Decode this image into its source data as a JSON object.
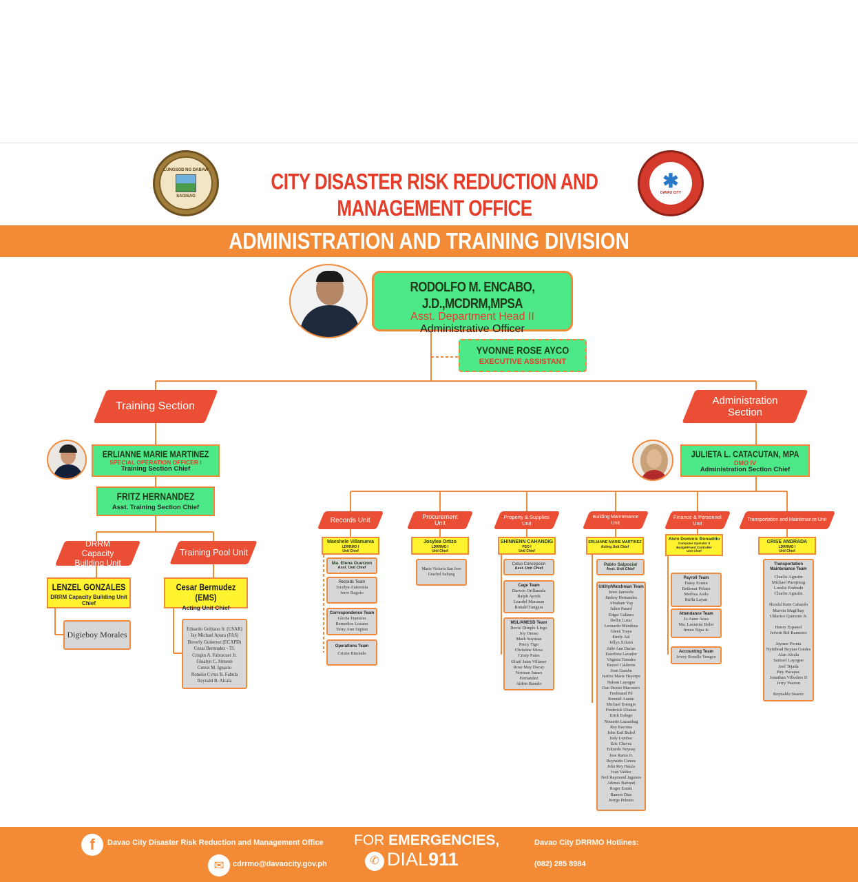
{
  "header": {
    "office_title": "CITY DISASTER RISK REDUCTION AND MANAGEMENT OFFICE",
    "left_seal_text": "LUNGSOD NG DABAW",
    "left_seal_sub": "SAGISAG",
    "right_seal_text": "DAVAO CITY"
  },
  "division_title": "ADMINISTRATION AND TRAINING  DIVISION",
  "head": {
    "name": "RODOLFO M. ENCABO, J.D.,MCDRM,MPSA",
    "role1": "Asst. Department Head II",
    "role2": "Administrative Officer"
  },
  "assistant": {
    "name": "YVONNE ROSE AYCO",
    "role": "EXECUTIVE ASSISTANT"
  },
  "training": {
    "section_label": "Training Section",
    "chief_name": "ERLIANNE MARIE MARTINEZ",
    "chief_role1": "SPECIAL OPERATION OFFICER I",
    "chief_role2": "Training Section Chief",
    "asst_name": "FRITZ HERNANDEZ",
    "asst_role": "Asst. Training Section Chief",
    "units": [
      {
        "label": "DRRM Capacity Building Unit",
        "chief_name": "LENZEL GONZALES",
        "chief_role": "DRRM Capacity Building Unit Chief",
        "members": "Digieboy Morales"
      },
      {
        "label": "Training Pool Unit",
        "chief_name": "Cesar Bermudez (EMS)",
        "chief_role": "Acting Unit Chief",
        "members": "Eduardo Gultiano Jr. (USAR)\nJay Michael Apura (FAS)\nBeverly Gutierrez (ECAPD)\nCezar Bermudez - TL\nCrispin A. Fabracuer Jr.\nGinalyn C. Simeon\nCrezel M. Ignacio\nRonelio Cyrus B. Fabula\nReynald B. Alcala"
      }
    ]
  },
  "administration": {
    "section_label": "Administration Section",
    "chief_name": "JULIETA L. CATACUTAN, MPA",
    "chief_role1": "DMO IV",
    "chief_role2": "Administration Section Chief",
    "units": [
      {
        "label": "Records Unit",
        "chief_name": "Maeshele Villanueva",
        "chief_role": "LDRRMO I\nUnit Chief",
        "asst_name": "Ma. Elena Guerzon",
        "asst_role": "Asst. Unit Chief",
        "teams": [
          {
            "title": "Records Team",
            "members": "Jocelyn Auresnila\nJerro Bagolo"
          },
          {
            "title": "Correspondence Team",
            "members": "Gloria Tiamson\nRemedios Lozano\nTerry Ann Supnet"
          },
          {
            "title": "Operations Team",
            "members": "Cristie Binondo"
          }
        ]
      },
      {
        "label": "Procurement Unit",
        "chief_name": "Josylea Ortizo",
        "chief_role": "LDRRMO I\nUnit Chief",
        "teams": [
          {
            "title": "",
            "members": "Maria Victoria San Jose\nGrachel Sultang"
          }
        ]
      },
      {
        "label": "Property & Supplies Unit",
        "chief_name": "SHINNENN CAHANDIG",
        "chief_role": "PSO I\nUnit Chief",
        "asst_name": "Celso Concepcion",
        "asst_role": "Asst. Unit Chief",
        "teams": [
          {
            "title": "Cage Team",
            "members": "Darwin Orillaneda\nRalph Ayoda\nLeardel Maranan\nRonald Tangara"
          },
          {
            "title": "MSL/AMESD Team",
            "members": "Revie Dimple Llego\nJoy Onoso\nMark Suyman\nPrecy Tigo\nChristine Mosa\nCristy Pates\nEfrail Jaim Villaner\nRose May Dacay\nNorman James\nFernandez\nAldrin Banido"
          }
        ]
      },
      {
        "label": "Building Maintenance Unit",
        "chief_name": "ERLIANNE MARIE MARTINEZ",
        "chief_role": "Acting Unit Chief",
        "asst_name": "Pablo Salpocial",
        "asst_role": "Asst. Unit Chief",
        "teams": [
          {
            "title": "Utility/Watchman Team",
            "members": "Imee Jamisola\nJimboy Hernandez\nAbraham Yap\nJulius Pasaol\nEdgar Galaura\nDellin Luzar\nLeonardo Mendoza\nGlenn Traya\nEmily Aal\nJellyn Jickain\nJulie Ann Darias\nEsterlieta Lavador\nVirginia Tanodra\nRezzel Calderon\nJoan Gumba\nJustice Marie Heyorpe\nNelson Layogue\nDan Dexter Macosero\nFerdinand Pil\nRonniel Arante\nMichael Estorgio\nFrederick Ubanan\nErick Eulogo\nNomerto Lazambag\nRey Racoma\nJohn Earl Buled\nJudy Lumbac\nEric Chavez\nEduardo Neynay\nJose Ramo Jr.\nReynaldo Camos\nJohn Rey Hauza\nIvan Valdez\nNeil Raymond Jagonos\nAdones Bariquit\nRoger Esmin\nRamon Diaz\nJoerge Pelonio"
          }
        ]
      },
      {
        "label": "Finance & Personnel Unit",
        "chief_name": "Alvin Dominic Bonadillo",
        "chief_role": "Computer Operator II\nBudget/Fund Controller\nUnit Chief",
        "teams": [
          {
            "title": "Payroll Team",
            "members": "Daisy Esmin\nBethmar Pelaez\nMerliza Asilo\nRuffa Layan"
          },
          {
            "title": "Attendance Team",
            "members": "Jo Anne Anza\nMa. Lauraine Boler\nIrmeo Nipa Jr."
          },
          {
            "title": "Accounting Team",
            "members": "Jovey Roselle Yongco"
          }
        ]
      },
      {
        "label": "Transportation and Maintenance Unit",
        "chief_name": "CRISE ANDRADA",
        "chief_role": "LDRRMO I\nUnit Chief",
        "teams": [
          {
            "title": "Transportation Maintenance Team",
            "members": "Charlie Agustin\nMichael Parojinog\nLoralie Embudo\nCharlie Agustin\n\nHerold Kein Cabardo\nMarvin Magilbay\nUldarico Quirante Jr.\n\nHenry Espanol\nJerwin Rol Ramento\n\nJaymer Pernia\nNymbrad Beyian Guides\nAlan Alcala\nSamuel Layogue\nJoel Tejada\nRey Pacapac\nJonathan Villodres II\nJerry Tuazon\n\nReynaldo Suarez"
          }
        ]
      }
    ]
  },
  "footer": {
    "facebook": "Davao City Disaster Risk Reduction and Management Office",
    "email": "cdrrmo@davaocity.gov.ph",
    "emergency_line1_a": "FOR ",
    "emergency_line1_b": "EMERGENCIES,",
    "emergency_line2_a": "DIAL",
    "emergency_line2_b": "911",
    "hotlines_label": "Davao City DRRMO Hotlines:",
    "hotline_number": "(082) 285 8984"
  },
  "colors": {
    "orange": "#f28a36",
    "red": "#ea4f36",
    "green": "#4de887",
    "yellow": "#fff22e"
  }
}
